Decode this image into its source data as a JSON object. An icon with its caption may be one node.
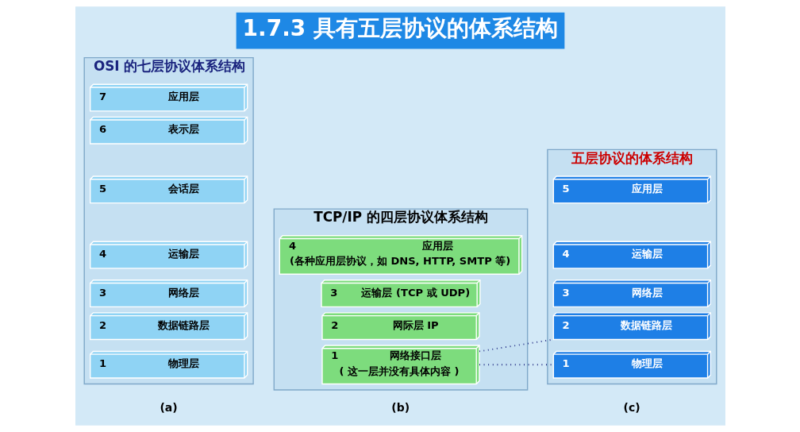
{
  "diagram": {
    "title": "1.7.3 具有五层协议的体系结构",
    "nodes": [
      {
        "text": [
          "OSI 的七层协议体系结构"
        ]
      },
      {
        "text": [
          "7",
          "应用层"
        ],
        "in": 0
      },
      {
        "text": [
          "6",
          "表示层"
        ],
        "in": 0
      },
      {
        "text": [
          "5",
          "会话层"
        ],
        "in": 0
      },
      {
        "text": [
          "4",
          "运输层"
        ],
        "in": 0
      },
      {
        "text": [
          "3",
          "网络层"
        ],
        "in": 0
      },
      {
        "text": [
          "2",
          "数据链路层"
        ],
        "in": 0
      },
      {
        "text": [
          "1",
          "物理层"
        ],
        "in": 0
      },
      {
        "text": [
          "TCP/IP 的四层协议体系结构"
        ]
      },
      {
        "text": [
          "4",
          "应用层",
          "(各种应用层协议，如 DNS, HTTP, SMTP 等)"
        ],
        "in": 8
      },
      {
        "text": [
          "3",
          "运输层 (TCP 或 UDP)"
        ],
        "in": 8
      },
      {
        "text": [
          "2",
          "网际层 IP"
        ],
        "in": 8
      },
      {
        "text": [
          "1",
          "网络接口层",
          "( 这一层并没有具体内容 )"
        ],
        "in": 8
      },
      {
        "text": [
          "五层协议的体系结构"
        ]
      },
      {
        "text": [
          "5",
          "应用层"
        ],
        "in": 13
      },
      {
        "text": [
          "4",
          "运输层"
        ],
        "in": 13
      },
      {
        "text": [
          "3",
          "网络层"
        ],
        "in": 13
      },
      {
        "text": [
          "2",
          "数据链路层"
        ],
        "in": 13
      },
      {
        "text": [
          "1",
          "物理层"
        ],
        "in": 13
      }
    ],
    "edges": [
      {
        "from": 12,
        "to": 17,
        "arrow": "none",
        "style": "dashed"
      },
      {
        "from": 12,
        "to": 18,
        "arrow": "none",
        "style": "dashed"
      }
    ],
    "labels": [
      "(a)",
      "(b)",
      "(c)"
    ]
  }
}
